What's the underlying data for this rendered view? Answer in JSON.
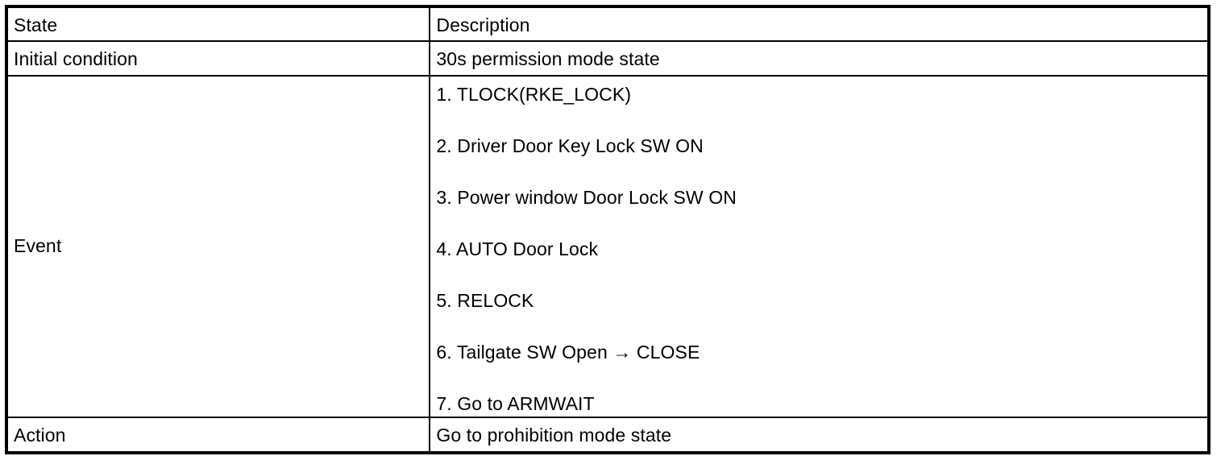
{
  "table": {
    "columns": [
      "State",
      "Description"
    ],
    "rows": [
      {
        "state": "Initial condition",
        "description": "30s permission mode state"
      },
      {
        "state": "Event",
        "description": ""
      },
      {
        "state": "Action",
        "description": "Go to prohibition mode state"
      }
    ],
    "event_items": [
      "1. TLOCK(RKE_LOCK)",
      "2. Driver Door Key Lock SW ON",
      "3. Power window Door Lock SW ON",
      "4. AUTO Door Lock",
      "5. RELOCK",
      "6. Tailgate SW Open → CLOSE",
      "7. Go to ARMWAIT"
    ]
  },
  "colors": {
    "border": "#000000",
    "text": "#000000",
    "background": "#ffffff"
  }
}
